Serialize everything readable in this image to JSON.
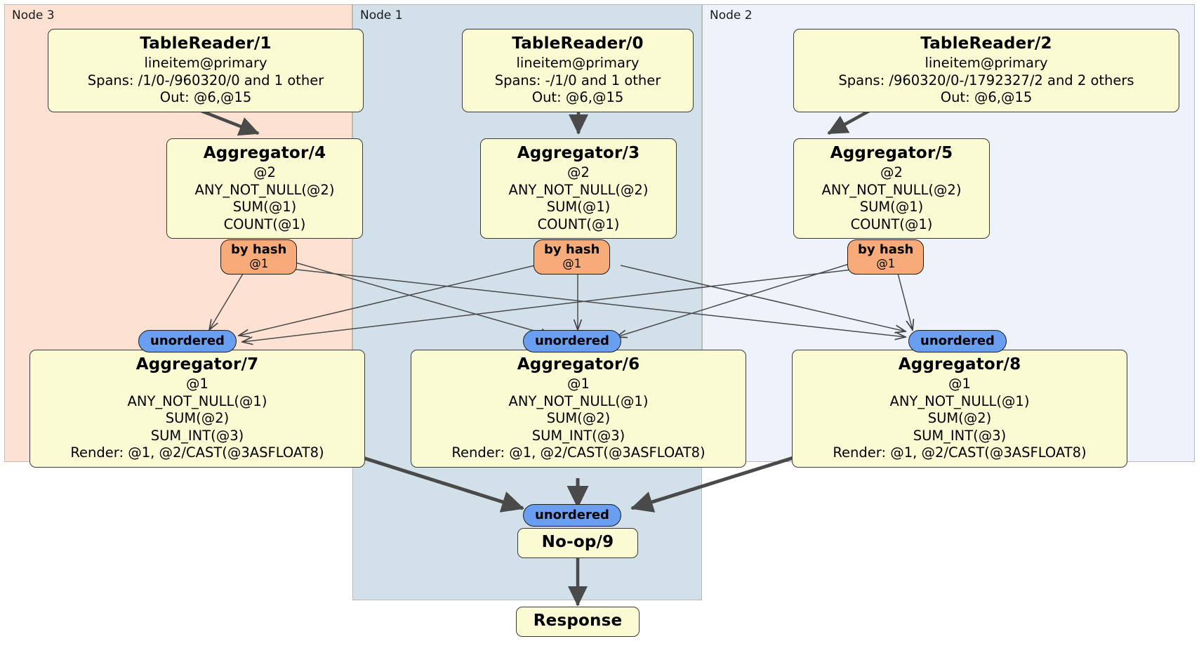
{
  "diagram": {
    "type": "distributed-query-plan",
    "clusters": [
      {
        "id": "node3",
        "label": "Node 3",
        "color": "#fde2d3"
      },
      {
        "id": "node1",
        "label": "Node 1",
        "color": "#d2e0ea"
      },
      {
        "id": "node2",
        "label": "Node 2",
        "color": "#edf2fb"
      }
    ],
    "colors": {
      "box_fill": "#fbfbd3",
      "box_stroke": "#3a3a3a",
      "hash_badge": "#f6ab79",
      "unordered_badge": "#6a9ef0",
      "edge": "#4a4a4a"
    },
    "processors": {
      "table_reader_1": {
        "title": "TableReader/1",
        "lines": [
          "lineitem@primary",
          "Spans: /1/0-/960320/0 and 1 other",
          "Out: @6,@15"
        ]
      },
      "table_reader_0": {
        "title": "TableReader/0",
        "lines": [
          "lineitem@primary",
          "Spans: -/1/0 and 1 other",
          "Out: @6,@15"
        ]
      },
      "table_reader_2": {
        "title": "TableReader/2",
        "lines": [
          "lineitem@primary",
          "Spans: /960320/0-/1792327/2 and 2 others",
          "Out: @6,@15"
        ]
      },
      "aggregator_4": {
        "title": "Aggregator/4",
        "lines": [
          "@2",
          "ANY_NOT_NULL(@2)",
          "SUM(@1)",
          "COUNT(@1)"
        ]
      },
      "aggregator_3": {
        "title": "Aggregator/3",
        "lines": [
          "@2",
          "ANY_NOT_NULL(@2)",
          "SUM(@1)",
          "COUNT(@1)"
        ]
      },
      "aggregator_5": {
        "title": "Aggregator/5",
        "lines": [
          "@2",
          "ANY_NOT_NULL(@2)",
          "SUM(@1)",
          "COUNT(@1)"
        ]
      },
      "aggregator_7": {
        "title": "Aggregator/7",
        "lines": [
          "@1",
          "ANY_NOT_NULL(@1)",
          "SUM(@2)",
          "SUM_INT(@3)",
          "Render: @1, @2/CAST(@3ASFLOAT8)"
        ]
      },
      "aggregator_6": {
        "title": "Aggregator/6",
        "lines": [
          "@1",
          "ANY_NOT_NULL(@1)",
          "SUM(@2)",
          "SUM_INT(@3)",
          "Render: @1, @2/CAST(@3ASFLOAT8)"
        ]
      },
      "aggregator_8": {
        "title": "Aggregator/8",
        "lines": [
          "@1",
          "ANY_NOT_NULL(@1)",
          "SUM(@2)",
          "SUM_INT(@3)",
          "Render: @1, @2/CAST(@3ASFLOAT8)"
        ]
      },
      "noop_9": {
        "title": "No-op/9",
        "lines": []
      },
      "response": {
        "title": "Response",
        "lines": []
      }
    },
    "badges": {
      "hash_left": {
        "label": "by hash",
        "sub": "@1"
      },
      "hash_center": {
        "label": "by hash",
        "sub": "@1"
      },
      "hash_right": {
        "label": "by hash",
        "sub": "@1"
      },
      "unordered_left": {
        "label": "unordered"
      },
      "unordered_center": {
        "label": "unordered"
      },
      "unordered_right": {
        "label": "unordered"
      },
      "unordered_final": {
        "label": "unordered"
      }
    }
  }
}
